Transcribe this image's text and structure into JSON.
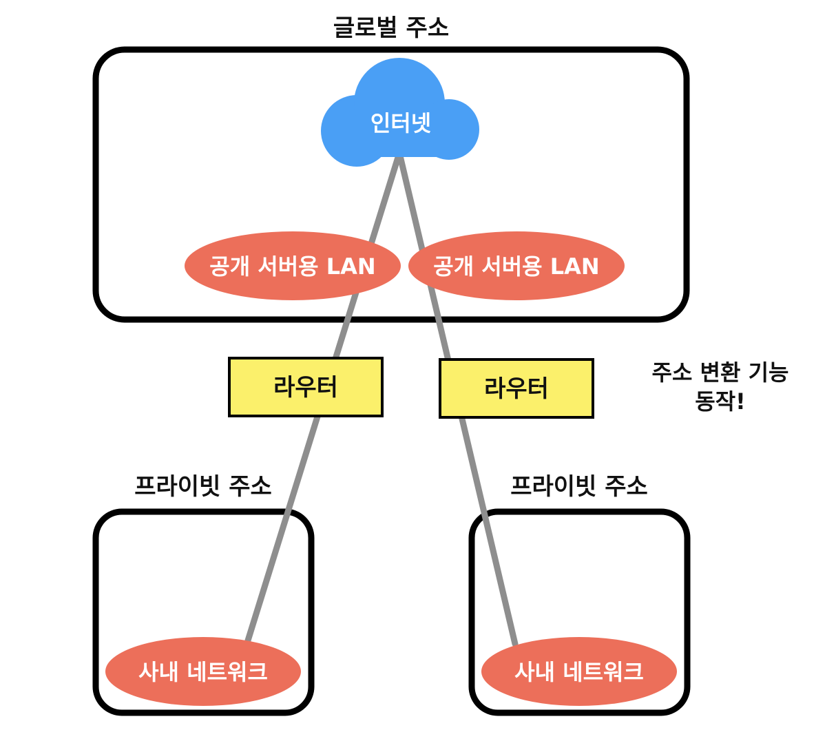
{
  "global_zone": {
    "title": "글로벌 주소",
    "internet_label": "인터넷",
    "public_lans": [
      {
        "label": "공개 서버용 LAN"
      },
      {
        "label": "공개 서버용 LAN"
      }
    ]
  },
  "routers": [
    {
      "label": "라우터"
    },
    {
      "label": "라우터"
    }
  ],
  "nat_note": {
    "line1": "주소 변환 기능",
    "line2": "동작!"
  },
  "private_zones": [
    {
      "title": "프라이빗 주소",
      "network_label": "사내 네트워크"
    },
    {
      "title": "프라이빗 주소",
      "network_label": "사내 네트워크"
    }
  ],
  "colors": {
    "cloud": "#4a9ff5",
    "lan": "#ec6f5a",
    "router_fill": "#fbf06b",
    "border": "#000000",
    "link": "#8e8e8e"
  }
}
